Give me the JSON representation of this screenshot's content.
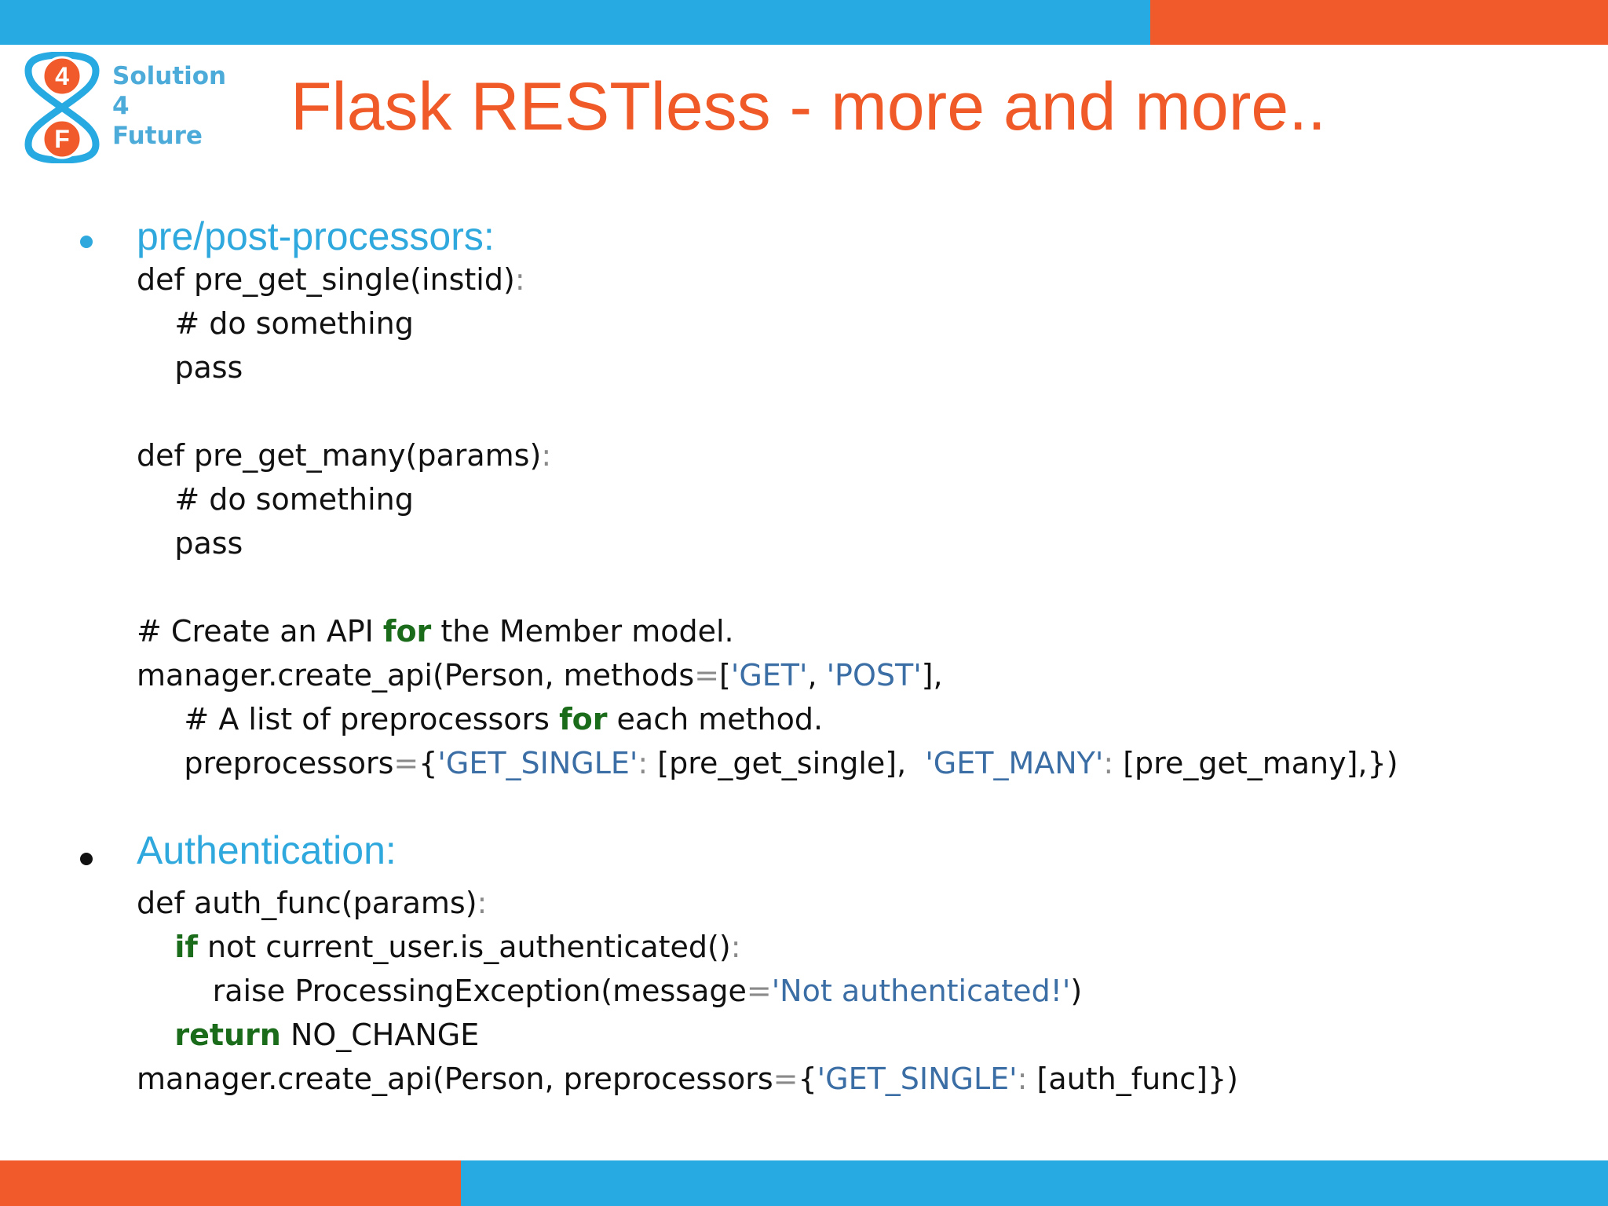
{
  "brand": {
    "logo_glyphs": [
      "4",
      "F"
    ],
    "lines": [
      "Solution",
      "4",
      "Future"
    ],
    "colors": {
      "blue": "#27a9e1",
      "orange": "#f15a2b",
      "logo_text": "#4cabd9"
    }
  },
  "title": "Flask RESTless - more and more..",
  "sections": [
    {
      "heading": "pre/post-processors:",
      "code": [
        [
          {
            "t": "def pre_get_single(instid)"
          },
          {
            "t": ":",
            "c": "op"
          }
        ],
        [
          {
            "t": "    # do something"
          }
        ],
        [
          {
            "t": "    pass"
          }
        ],
        [
          {
            "t": ""
          }
        ],
        [
          {
            "t": "def pre_get_many(params)"
          },
          {
            "t": ":",
            "c": "op"
          }
        ],
        [
          {
            "t": "    # do something"
          }
        ],
        [
          {
            "t": "    pass"
          }
        ],
        [
          {
            "t": ""
          }
        ],
        [
          {
            "t": "# Create an API "
          },
          {
            "t": "for",
            "c": "kw"
          },
          {
            "t": " the Member model."
          }
        ],
        [
          {
            "t": "manager.create_api(Person, methods"
          },
          {
            "t": "=",
            "c": "op"
          },
          {
            "t": "["
          },
          {
            "t": "'GET'",
            "c": "str"
          },
          {
            "t": ", "
          },
          {
            "t": "'POST'",
            "c": "str"
          },
          {
            "t": "],"
          }
        ],
        [
          {
            "t": "     # A list of preprocessors "
          },
          {
            "t": "for",
            "c": "kw"
          },
          {
            "t": " each method."
          }
        ],
        [
          {
            "t": "     preprocessors"
          },
          {
            "t": "=",
            "c": "op"
          },
          {
            "t": "{"
          },
          {
            "t": "'GET_SINGLE'",
            "c": "str"
          },
          {
            "t": ":",
            "c": "op"
          },
          {
            "t": " [pre_get_single],  "
          },
          {
            "t": "'GET_MANY'",
            "c": "str"
          },
          {
            "t": ":",
            "c": "op"
          },
          {
            "t": " [pre_get_many],})"
          }
        ]
      ]
    },
    {
      "heading": "Authentication:",
      "code": [
        [
          {
            "t": "def auth_func(params)"
          },
          {
            "t": ":",
            "c": "op"
          }
        ],
        [
          {
            "t": "    "
          },
          {
            "t": "if",
            "c": "kw"
          },
          {
            "t": " not current_user.is_authenticated()"
          },
          {
            "t": ":",
            "c": "op"
          }
        ],
        [
          {
            "t": "        raise ProcessingException(message"
          },
          {
            "t": "=",
            "c": "op"
          },
          {
            "t": "'Not authenticated!'",
            "c": "str"
          },
          {
            "t": ")"
          }
        ],
        [
          {
            "t": "    "
          },
          {
            "t": "return",
            "c": "kw"
          },
          {
            "t": " NO_CHANGE"
          }
        ],
        [
          {
            "t": "manager.create_api(Person, preprocessors"
          },
          {
            "t": "=",
            "c": "op"
          },
          {
            "t": "{"
          },
          {
            "t": "'GET_SINGLE'",
            "c": "str"
          },
          {
            "t": ":",
            "c": "op"
          },
          {
            "t": " [auth_func]})"
          }
        ]
      ]
    }
  ]
}
